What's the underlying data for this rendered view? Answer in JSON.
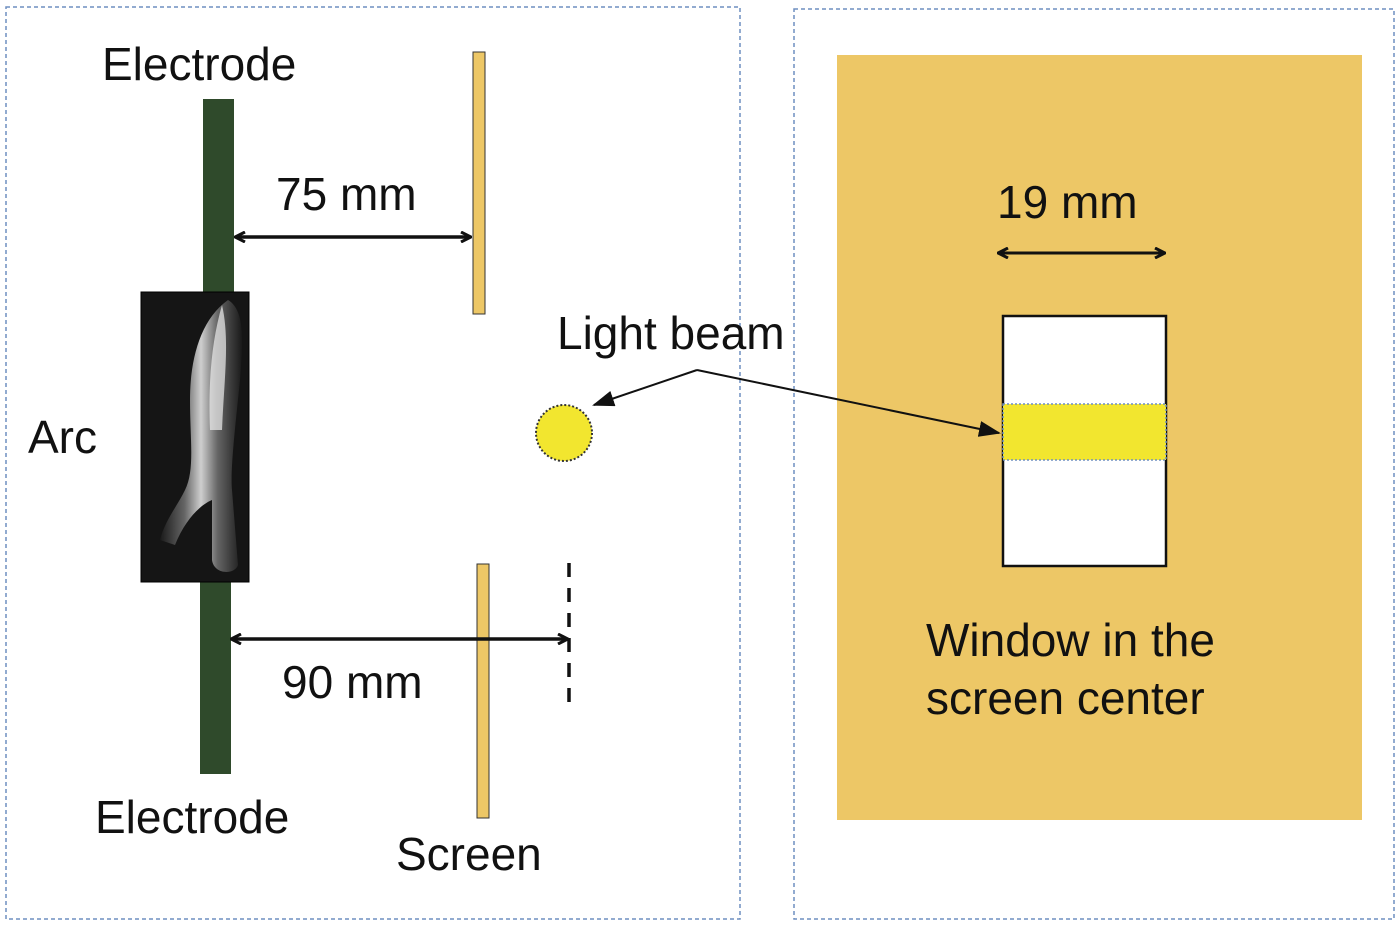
{
  "left_panel": {
    "electrode_top_label": "Electrode",
    "electrode_bottom_label": "Electrode",
    "arc_label": "Arc",
    "distance_top": "75 mm",
    "distance_bottom": "90 mm",
    "screen_label": "Screen",
    "light_beam_label": "Light beam"
  },
  "right_panel": {
    "window_width": "19 mm",
    "window_caption_line1": "Window in the",
    "window_caption_line2": "screen center"
  },
  "colors": {
    "electrode": "#2f4a2b",
    "screen": "#edc766",
    "beam": "#f2e62f",
    "panel_border": "#6f8fc0"
  }
}
